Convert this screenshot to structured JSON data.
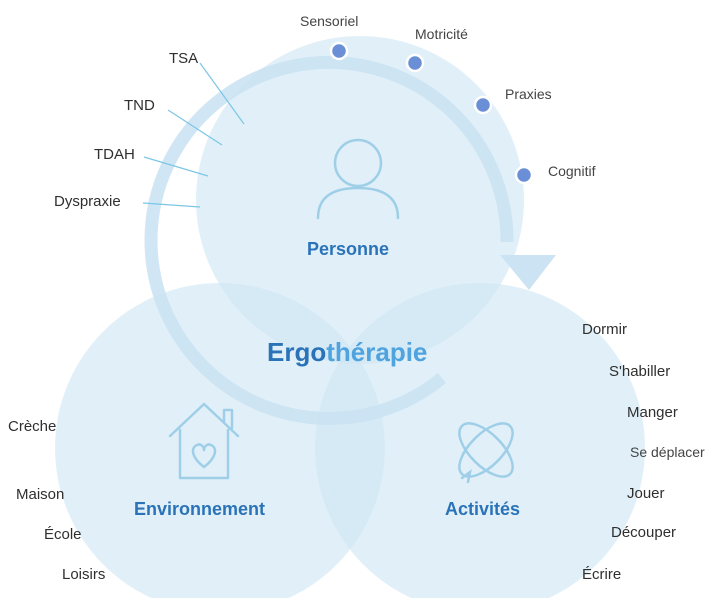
{
  "center": {
    "part1": "Ergo",
    "part2": "thérapie"
  },
  "circles": {
    "personne": "Personne",
    "environnement": "Environnement",
    "activites": "Activités"
  },
  "conditions": [
    "TSA",
    "TND",
    "TDAH",
    "Dyspraxie"
  ],
  "functions": [
    "Sensoriel",
    "Motricité",
    "Praxies",
    "Cognitif"
  ],
  "environments": [
    "Crèche",
    "Maison",
    "École",
    "Loisirs"
  ],
  "activities": [
    "Dormir",
    "S'habiller",
    "Manger",
    "Se déplacer",
    "Jouer",
    "Découper",
    "Écrire"
  ],
  "icons": {
    "personne": "person-icon",
    "environnement": "house-heart-icon",
    "activites": "orbit-arrows-icon"
  },
  "colors": {
    "circle_fill": "#cfe6f4",
    "title_dark": "#2a73b8",
    "title_light": "#4fa3de",
    "dot": "#6b8fd6",
    "ring": "#c9e2f2"
  }
}
